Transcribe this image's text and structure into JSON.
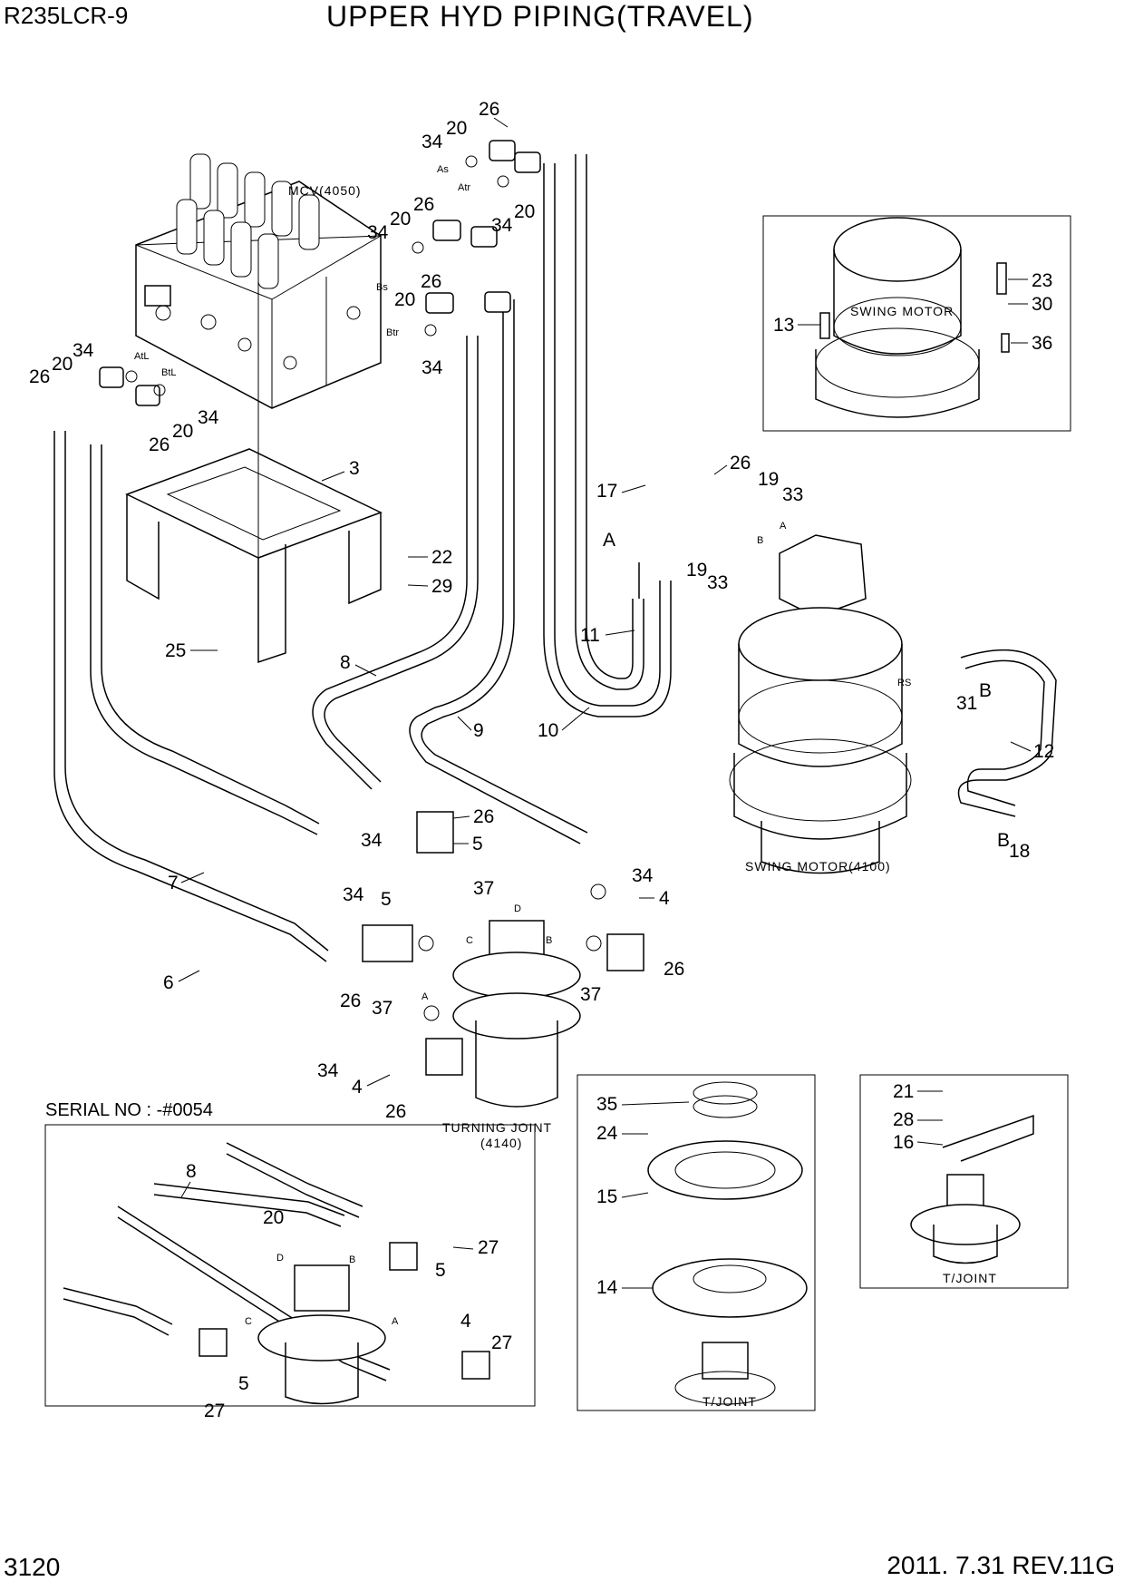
{
  "header": {
    "model": "R235LCR-9",
    "title": "UPPER HYD PIPING(TRAVEL)"
  },
  "footer": {
    "page": "3120",
    "revision": "2011. 7.31 REV.11G"
  },
  "labels": {
    "mcv": "MCV(4050)",
    "swing_motor": "SWING MOTOR",
    "swing_motor_full": "SWING MOTOR(4100)",
    "turning_joint": "TURNING JOINT",
    "turning_joint_code": "(4140)",
    "serial": "SERIAL NO : -#0054",
    "tjoint": "T/JOINT",
    "port_as": "As",
    "port_atr": "Atr",
    "port_bs": "Bs",
    "port_btr": "Btr",
    "port_atl": "AtL",
    "port_btl": "BtL",
    "port_rs": "RS",
    "port_a": "A",
    "port_b": "B",
    "port_c": "C",
    "port_d": "D"
  },
  "part_numbers": {
    "p3": "3",
    "p4": "4",
    "p5": "5",
    "p6": "6",
    "p7": "7",
    "p8": "8",
    "p9": "9",
    "p10": "10",
    "p11": "11",
    "p12": "12",
    "p13": "13",
    "p14": "14",
    "p15": "15",
    "p16": "16",
    "p17": "17",
    "p18": "18",
    "p19": "19",
    "p20": "20",
    "p21": "21",
    "p22": "22",
    "p23": "23",
    "p24": "24",
    "p25": "25",
    "p26": "26",
    "p27": "27",
    "p28": "28",
    "p29": "29",
    "p30": "30",
    "p31": "31",
    "p33": "33",
    "p34": "34",
    "p35": "35",
    "p36": "36",
    "p37": "37"
  }
}
